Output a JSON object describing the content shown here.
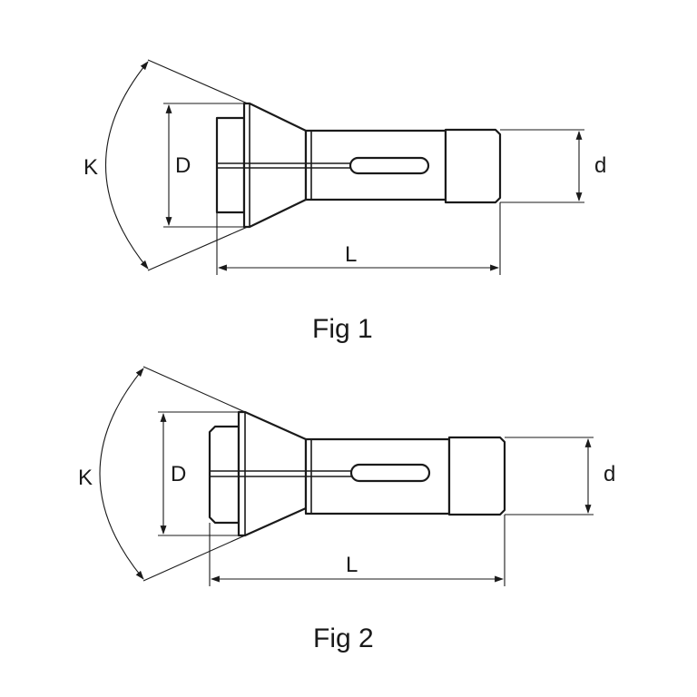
{
  "figures": [
    {
      "caption": "Fig 1",
      "labels": {
        "K": "K",
        "D": "D",
        "d": "d",
        "L": "L"
      }
    },
    {
      "caption": "Fig 2",
      "labels": {
        "K": "K",
        "D": "D",
        "d": "d",
        "L": "L"
      }
    }
  ]
}
